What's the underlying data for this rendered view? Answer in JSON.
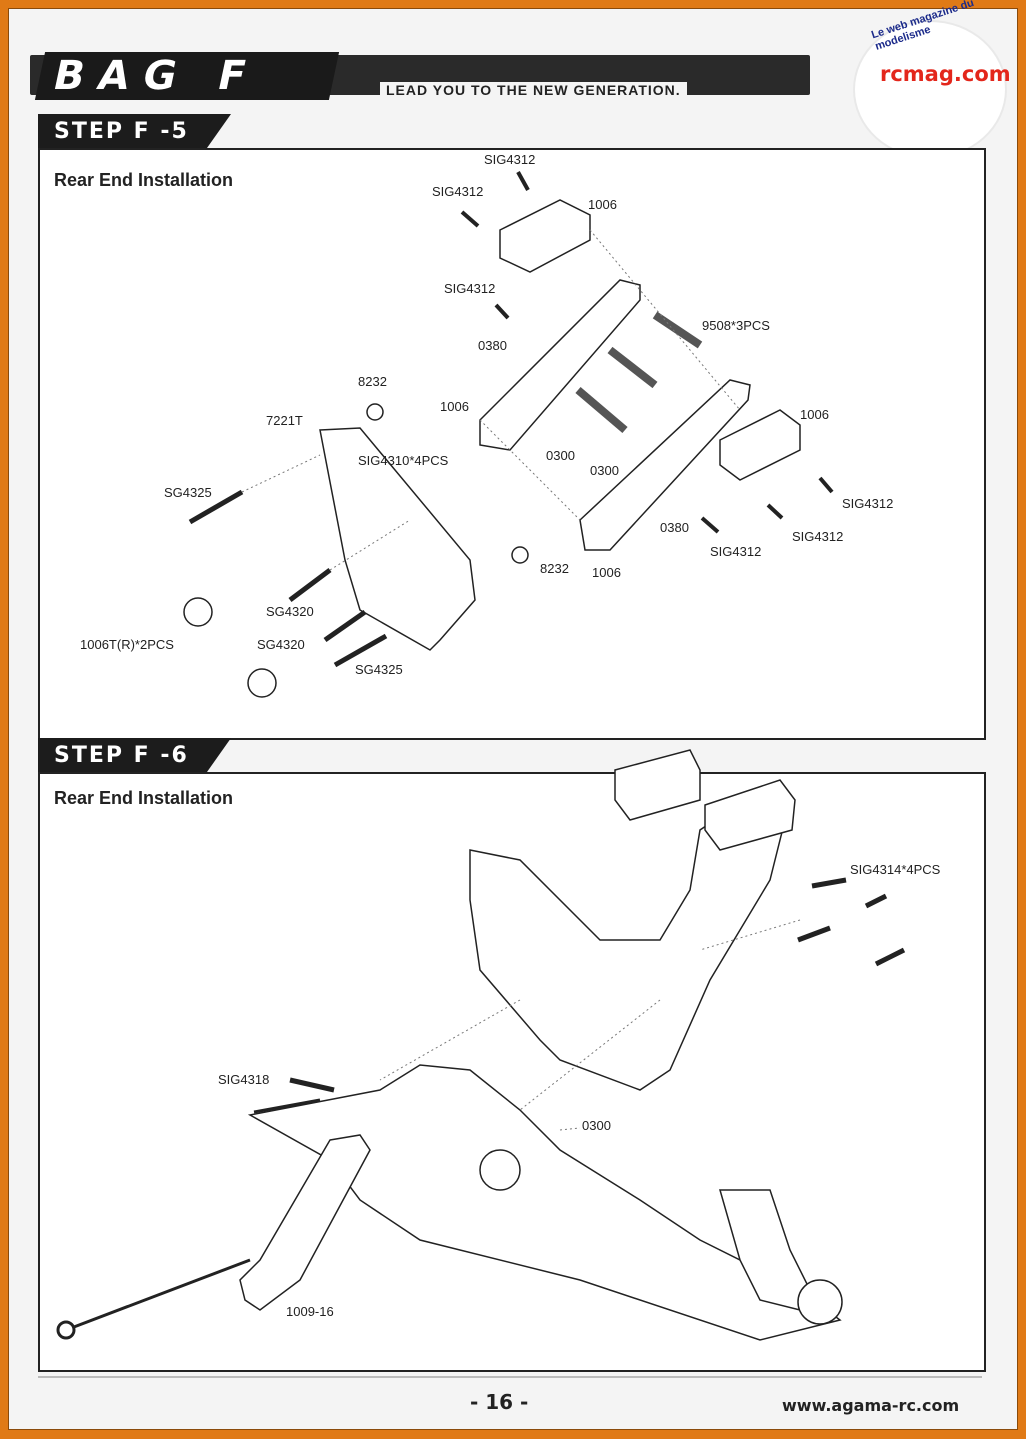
{
  "header": {
    "bag_title": "BAG F",
    "tagline": "LEAD YOU TO THE NEW GENERATION.",
    "logo_text": "rcmag.com",
    "logo_subtitle": "Le web magazine du modelisme"
  },
  "step_f5": {
    "tab": "STEP F -5",
    "title": "Rear End Installation",
    "labels": [
      "SIG4312",
      "SIG4312",
      "1006",
      "SIG4312",
      "0380",
      "9508*3PCS",
      "8232",
      "7221T",
      "1006",
      "0300",
      "1006",
      "SIG4310*4PCS",
      "0300",
      "SG4325",
      "SIG4312",
      "0380",
      "SIG4312",
      "SIG4312",
      "8232",
      "1006",
      "SG4320",
      "1006T(R)*2PCS",
      "SG4320",
      "SG4325"
    ]
  },
  "step_f6": {
    "tab": "STEP F -6",
    "title": "Rear End Installation",
    "labels": [
      "SIG4314*4PCS",
      "SIG4318",
      "0300",
      "1009-16"
    ]
  },
  "footer": {
    "page_number": "- 16 -",
    "url": "www.agama-rc.com"
  }
}
